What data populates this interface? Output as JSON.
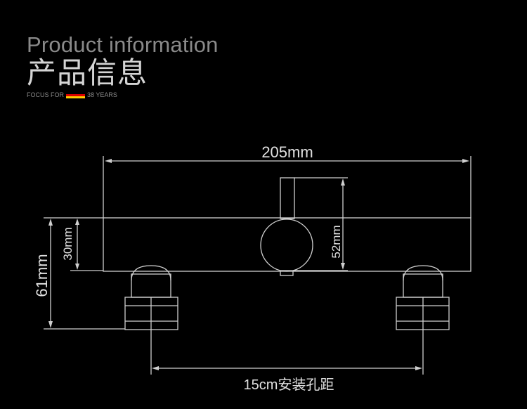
{
  "header": {
    "title_en": "Product information",
    "title_cn": "产品信息",
    "tagline_prefix": "FOCUS FOR",
    "tagline_suffix": "38 YEARS"
  },
  "flag": {
    "colors": [
      "#000000",
      "#dd0000",
      "#ffce00"
    ]
  },
  "dimensions": {
    "width": "205mm",
    "total_height": "61mm",
    "body_height": "30mm",
    "knob_height": "52mm",
    "mount_spacing": "15cm安装孔距"
  },
  "colors": {
    "line": "#cfcfcf",
    "background": "#000000"
  }
}
